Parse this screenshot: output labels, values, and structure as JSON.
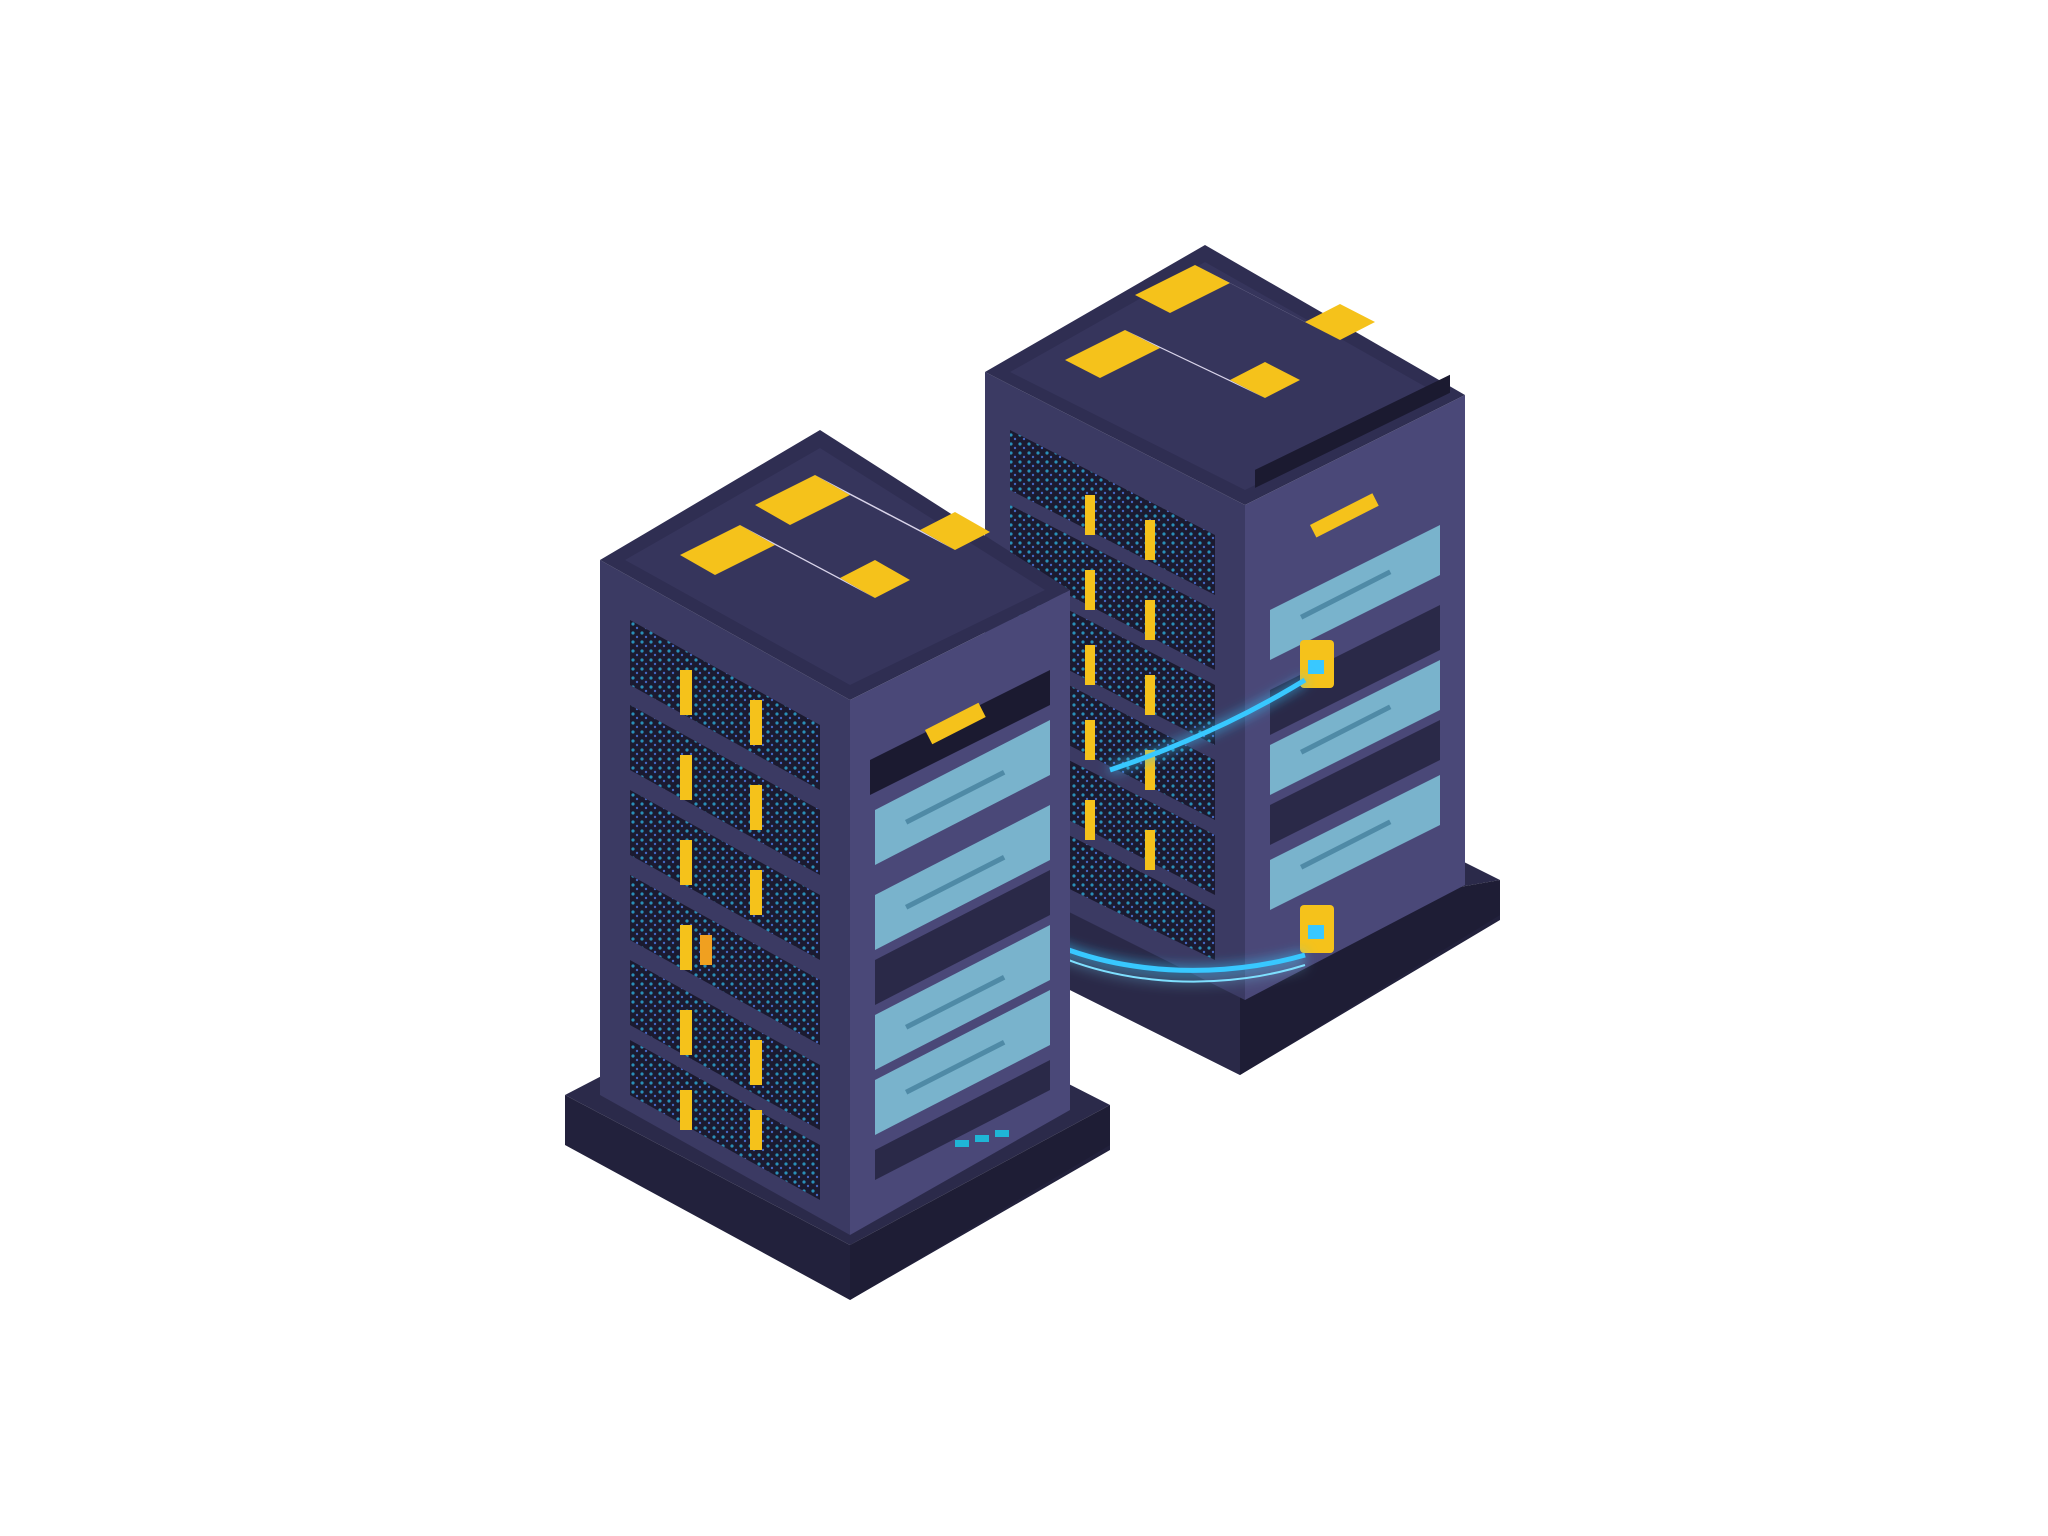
{
  "scene": {
    "background": "#ffffff",
    "colors": {
      "rack_front": "#3b3a63",
      "rack_side": "#4a4878",
      "rack_top": "#2f2e52",
      "rack_dark": "#22213c",
      "bay": "#1b1a30",
      "unit_blue": "#79b3cc",
      "unit_blue_dark": "#4f8aa6",
      "accent_yellow": "#f5c21b",
      "accent_orange": "#f0a020",
      "label_lilac": "#d9d4ea",
      "led_teal": "#1fb6d6",
      "cable_glow": "#39c8ff"
    },
    "objects": [
      {
        "name": "left-server-rack",
        "bays": 6,
        "front_units": 6
      },
      {
        "name": "right-server-rack",
        "bays": 6,
        "front_units": 6
      },
      {
        "name": "network-cable-upper"
      },
      {
        "name": "network-cable-lower"
      }
    ]
  }
}
